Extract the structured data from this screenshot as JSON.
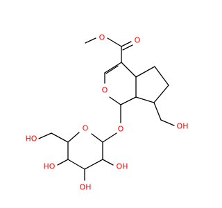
{
  "colors": {
    "bond": "#000000",
    "oxygen": "#ff0000",
    "background": "#ffffff"
  },
  "atom_labels": {
    "ester_carbonyl_o": "O",
    "ester_ether_o": "O",
    "ring_oxygen": "O",
    "glycosidic_o": "O",
    "sugar_ring_o": "O",
    "hydroxymethyl_oh": "OH",
    "sugar_c6_oh": "HO",
    "sugar_oh_left": "HO",
    "sugar_oh_right": "OH",
    "sugar_oh_bottom": "OH"
  }
}
